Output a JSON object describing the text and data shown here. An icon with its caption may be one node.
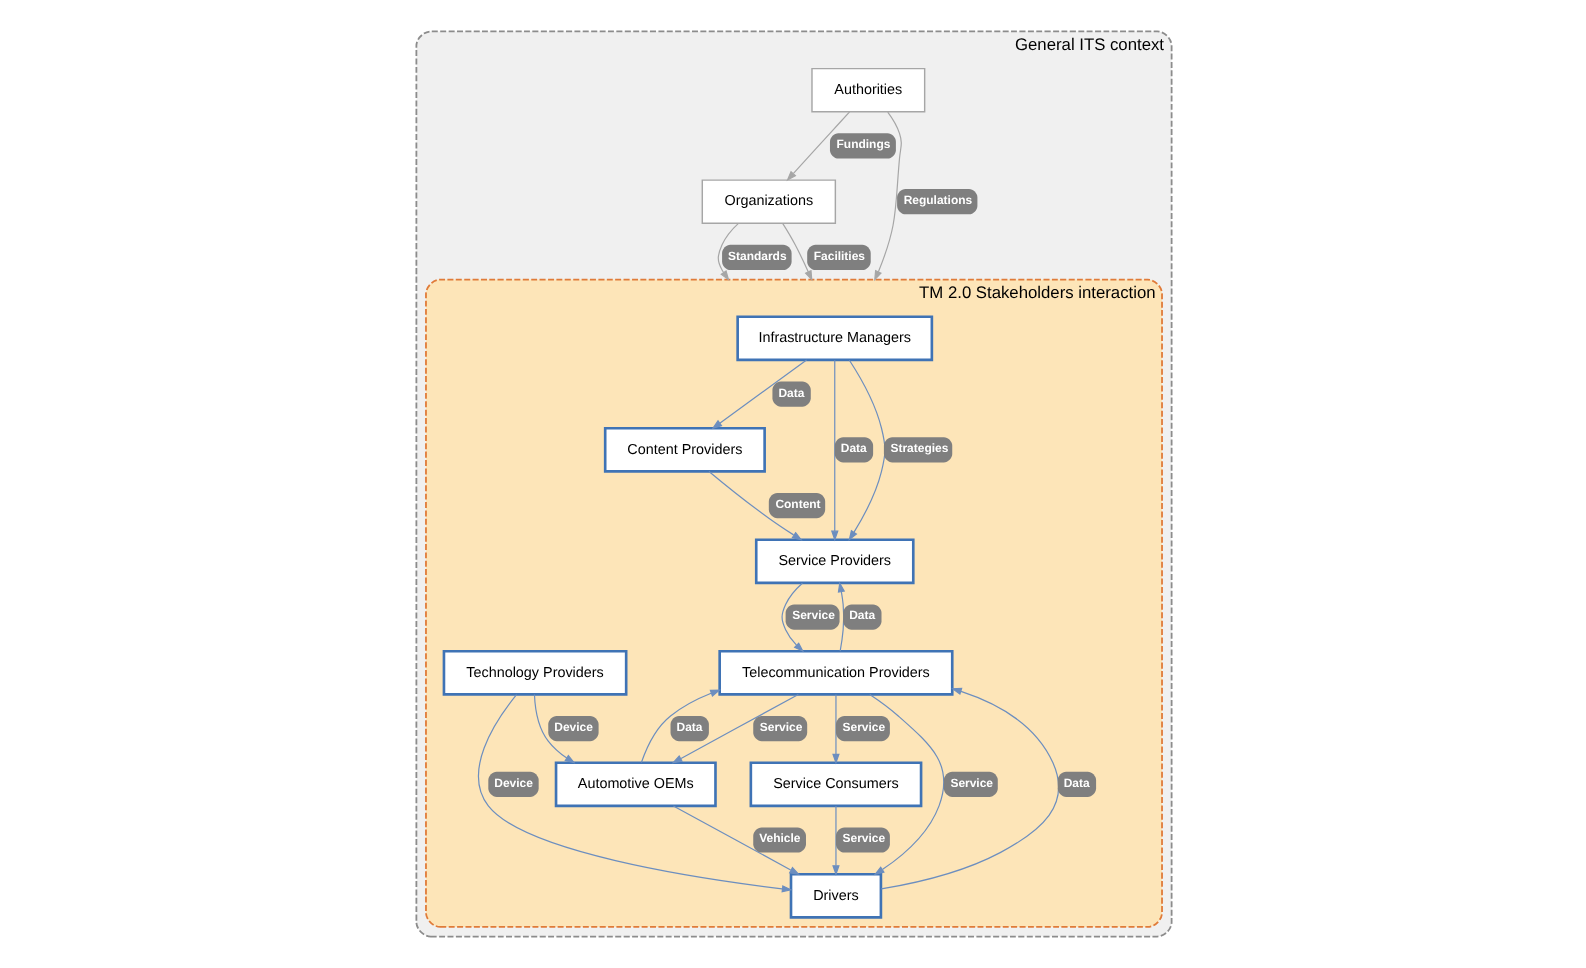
{
  "diagram": {
    "nodes": [
      {
        "text": [
          "General ITS context"
        ]
      },
      {
        "text": [
          "Authorities"
        ],
        "in": 0
      },
      {
        "text": [
          "Organizations"
        ],
        "in": 0
      },
      {
        "text": [
          "TM 2.0 Stakeholders interaction"
        ],
        "in": 0
      },
      {
        "text": [
          "Infrastructure Managers"
        ],
        "in": 3
      },
      {
        "text": [
          "Content Providers"
        ],
        "in": 3
      },
      {
        "text": [
          "Service Consumers"
        ],
        "in": 3
      },
      {
        "text": [
          "Service Providers"
        ],
        "in": 3
      },
      {
        "text": [
          "Automotive OEMs"
        ],
        "in": 3
      },
      {
        "text": [
          "Telecommunication Providers"
        ],
        "in": 3
      },
      {
        "text": [
          "Technology Providers"
        ],
        "in": 3
      },
      {
        "text": [
          "Drivers"
        ],
        "in": 3
      }
    ],
    "edges": [
      {
        "from": 1,
        "to": 2,
        "arrow": "to",
        "label": "Fundings",
        "color": "#a6a6a6"
      },
      {
        "from": 1,
        "to": 3,
        "arrow": "to",
        "label": "Regulations",
        "color": "#a6a6a6"
      },
      {
        "from": 2,
        "to": 3,
        "arrow": "to",
        "label": "Standards",
        "color": "#a6a6a6"
      },
      {
        "from": 2,
        "to": 3,
        "arrow": "to",
        "label": "Facilities",
        "color": "#a6a6a6"
      },
      {
        "from": 4,
        "to": 7,
        "arrow": "to",
        "label": "Data"
      },
      {
        "from": 4,
        "to": 7,
        "arrow": "to",
        "label": "Strategies"
      },
      {
        "from": 4,
        "to": 5,
        "arrow": "to",
        "label": "Data"
      },
      {
        "from": 5,
        "to": 7,
        "arrow": "to",
        "label": "Content"
      },
      {
        "from": 9,
        "to": 6,
        "arrow": "to",
        "label": "Service"
      },
      {
        "from": 7,
        "to": 9,
        "arrow": "to",
        "label": "Service"
      },
      {
        "from": 9,
        "to": 7,
        "arrow": "to",
        "label": "Data"
      },
      {
        "from": 9,
        "to": 8,
        "arrow": "to",
        "label": "Service"
      },
      {
        "from": 8,
        "to": 9,
        "arrow": "to",
        "label": "Data"
      },
      {
        "from": 8,
        "to": 11,
        "arrow": "to",
        "label": "Vehicle"
      },
      {
        "from": 10,
        "to": 8,
        "arrow": "to",
        "label": "Device"
      },
      {
        "from": 10,
        "to": 11,
        "arrow": "to",
        "label": "Device"
      },
      {
        "from": 6,
        "to": 11,
        "arrow": "to",
        "label": "Service"
      },
      {
        "from": 11,
        "to": 9,
        "arrow": "to",
        "label": "Data"
      },
      {
        "from": 9,
        "to": 11,
        "arrow": "to",
        "label": "Service"
      }
    ]
  }
}
